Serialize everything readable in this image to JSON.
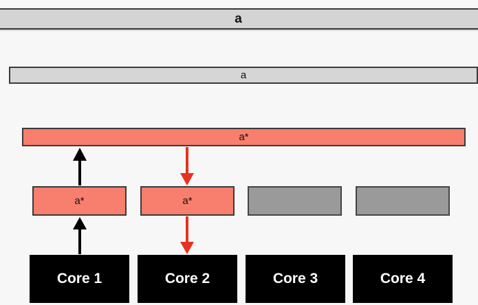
{
  "main_memory": {
    "label": "a",
    "color": "#d4d4d4"
  },
  "l3_cache": {
    "label": "a",
    "color": "#d6d6d6"
  },
  "l2_cache": {
    "label": "a*",
    "color": "#f87e6d"
  },
  "l1_caches": [
    {
      "label": "a*",
      "state": "modified",
      "color": "#f87e6d"
    },
    {
      "label": "a*",
      "state": "modified",
      "color": "#f87e6d"
    },
    {
      "label": "",
      "state": "empty",
      "color": "#9a9a9a"
    },
    {
      "label": "",
      "state": "empty",
      "color": "#9a9a9a"
    }
  ],
  "cores": [
    {
      "label": "Core 1"
    },
    {
      "label": "Core 2"
    },
    {
      "label": "Core 3"
    },
    {
      "label": "Core 4"
    }
  ],
  "arrows": [
    {
      "direction": "up",
      "color": "#000000",
      "from": "core-1",
      "to": "l1-1"
    },
    {
      "direction": "up",
      "color": "#000000",
      "from": "l1-1",
      "to": "l2"
    },
    {
      "direction": "down",
      "color": "#e8321e",
      "from": "l2",
      "to": "l1-2"
    },
    {
      "direction": "down",
      "color": "#e8321e",
      "from": "l1-2",
      "to": "core-2"
    }
  ]
}
